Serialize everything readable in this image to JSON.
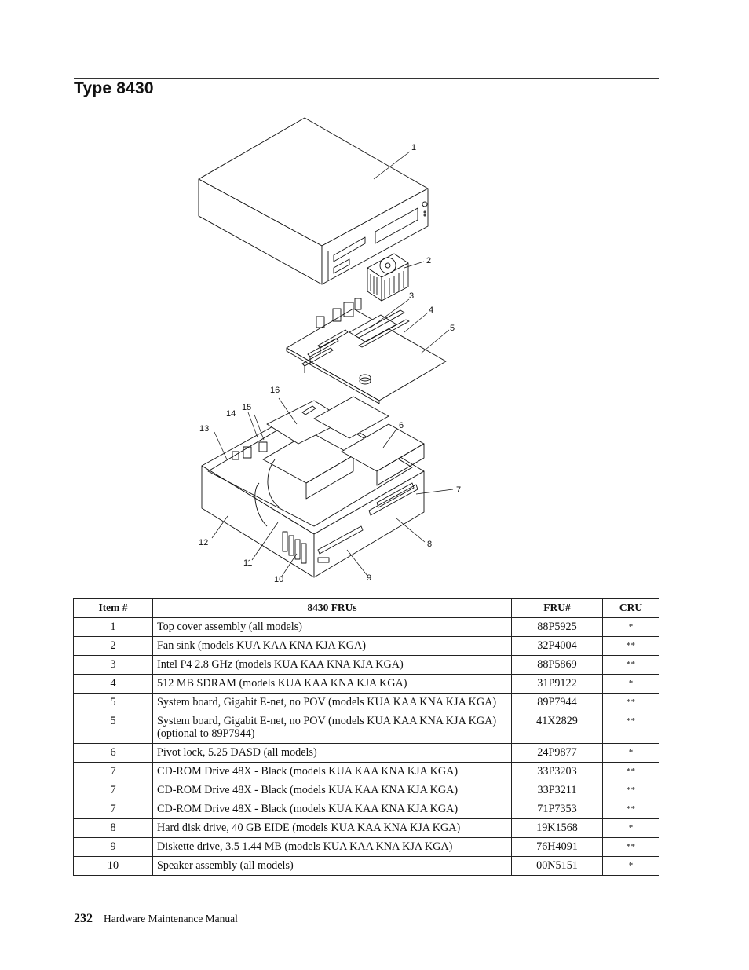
{
  "section_title": "Type 8430",
  "figure": {
    "callouts": [
      "1",
      "2",
      "3",
      "4",
      "5",
      "6",
      "7",
      "8",
      "9",
      "10",
      "11",
      "12",
      "13",
      "14",
      "15",
      "16"
    ]
  },
  "table": {
    "headers": {
      "item": "Item #",
      "desc": "8430 FRUs",
      "fru": "FRU#",
      "cru": "CRU"
    },
    "rows": [
      {
        "item": "1",
        "desc": "Top cover assembly (all models)",
        "fru": "88P5925",
        "cru": "*"
      },
      {
        "item": "2",
        "desc": "Fan sink (models KUA KAA KNA KJA KGA)",
        "fru": "32P4004",
        "cru": "**"
      },
      {
        "item": "3",
        "desc": "Intel P4 2.8 GHz (models KUA KAA KNA KJA KGA)",
        "fru": "88P5869",
        "cru": "**"
      },
      {
        "item": "4",
        "desc": "512 MB SDRAM (models KUA KAA KNA KJA KGA)",
        "fru": "31P9122",
        "cru": "*"
      },
      {
        "item": "5",
        "desc": "System board, Gigabit E-net, no POV (models KUA KAA KNA KJA KGA)",
        "fru": "89P7944",
        "cru": "**"
      },
      {
        "item": "5",
        "desc": "System board, Gigabit E-net, no POV (models KUA KAA KNA KJA KGA) (optional to 89P7944)",
        "fru": "41X2829",
        "cru": "**"
      },
      {
        "item": "6",
        "desc": "Pivot lock, 5.25 DASD (all models)",
        "fru": "24P9877",
        "cru": "*"
      },
      {
        "item": "7",
        "desc": "CD-ROM Drive 48X - Black (models KUA KAA KNA KJA KGA)",
        "fru": "33P3203",
        "cru": "**"
      },
      {
        "item": "7",
        "desc": "CD-ROM Drive 48X - Black (models KUA KAA KNA KJA KGA)",
        "fru": "33P3211",
        "cru": "**"
      },
      {
        "item": "7",
        "desc": "CD-ROM Drive 48X - Black (models KUA KAA KNA KJA KGA)",
        "fru": "71P7353",
        "cru": "**"
      },
      {
        "item": "8",
        "desc": "Hard disk drive, 40 GB EIDE (models KUA KAA KNA KJA KGA)",
        "fru": "19K1568",
        "cru": "*"
      },
      {
        "item": "9",
        "desc": "Diskette drive, 3.5 1.44 MB (models KUA KAA KNA KJA KGA)",
        "fru": "76H4091",
        "cru": "**"
      },
      {
        "item": "10",
        "desc": "Speaker assembly (all models)",
        "fru": "00N5151",
        "cru": "*"
      }
    ]
  },
  "footer": {
    "page_number": "232",
    "manual_title": "Hardware Maintenance Manual"
  }
}
